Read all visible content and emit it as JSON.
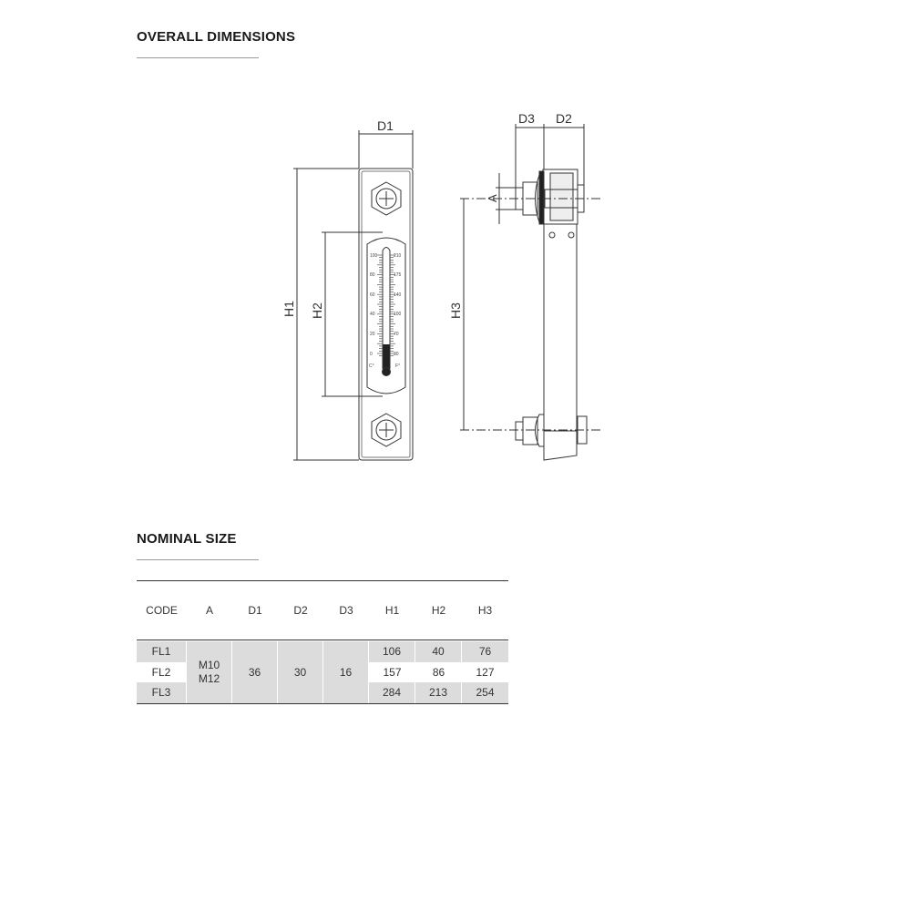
{
  "sections": {
    "dimensions_title": "OVERALL DIMENSIONS",
    "nominal_title": "NOMINAL SIZE"
  },
  "drawing": {
    "labels": {
      "d1": "D1",
      "d2": "D2",
      "d3": "D3",
      "h1": "H1",
      "h2": "H2",
      "h3": "H3",
      "a": "A"
    },
    "celsius": [
      "100",
      "80",
      "60",
      "40",
      "20",
      "0"
    ],
    "fahrenheit": [
      "210",
      "175",
      "140",
      "100",
      "70",
      "30"
    ],
    "c_unit": "C°",
    "f_unit": "F°"
  },
  "table": {
    "headers": [
      "CODE",
      "A",
      "D1",
      "D2",
      "D3",
      "H1",
      "H2",
      "H3"
    ],
    "codes": [
      "FL1",
      "FL2",
      "FL3"
    ],
    "a": [
      "M10",
      "M12"
    ],
    "d1": "36",
    "d2": "30",
    "d3": "16",
    "h": [
      [
        "106",
        "40",
        "76"
      ],
      [
        "157",
        "86",
        "127"
      ],
      [
        "284",
        "213",
        "254"
      ]
    ]
  }
}
